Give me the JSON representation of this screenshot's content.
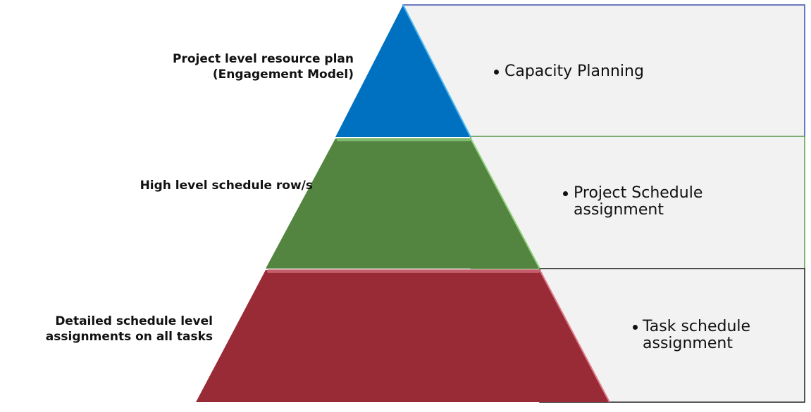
{
  "colors": {
    "tier_top": "#0070C0",
    "tier_middle": "#538540",
    "tier_bottom": "#992B37",
    "panel_fill": "#F2F2F2",
    "panel_border_top": "#3A4FB0",
    "panel_border_middle": "#5F9E4A",
    "panel_border_bottom": "#222222"
  },
  "levels": [
    {
      "left_label_line1": "Project level resource plan",
      "left_label_line2": "(Engagement Model)",
      "bullet_line1": "Capacity Planning",
      "bullet_line2": ""
    },
    {
      "left_label_line1": "High level schedule row/s",
      "left_label_line2": "",
      "bullet_line1": "Project Schedule",
      "bullet_line2": "assignment"
    },
    {
      "left_label_line1": "Detailed schedule level",
      "left_label_line2": "assignments on all tasks",
      "bullet_line1": "Task schedule",
      "bullet_line2": "assignment"
    }
  ]
}
